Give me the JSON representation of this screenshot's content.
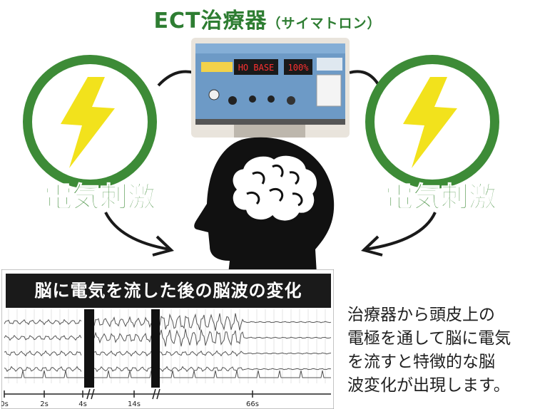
{
  "title": {
    "main": "ECT治療器",
    "sub": "（サイマトロン）"
  },
  "stimulus": {
    "left_label": "電気刺激",
    "right_label": "電気刺激"
  },
  "device": {
    "display_left": "HO BASE",
    "display_right": "100%"
  },
  "eeg": {
    "header": "脳に電気を流した後の脳波の変化",
    "time_labels": [
      "0s",
      "2s",
      "4s",
      "14s",
      "66s"
    ]
  },
  "description": {
    "lines": [
      "治療器から頭皮上の",
      "電極を通して脳に電気",
      "を流すと特徴的な脳",
      "波変化が出現します。"
    ]
  },
  "colors": {
    "green": "#3d8b37",
    "title_green": "#2e7d32",
    "bolt_yellow": "#f2e21c",
    "device_blue": "#6d9ac6",
    "led_red": "#ff3030"
  },
  "icons": [
    "lightning-bolt-icon",
    "brain-icon",
    "head-silhouette-icon"
  ]
}
